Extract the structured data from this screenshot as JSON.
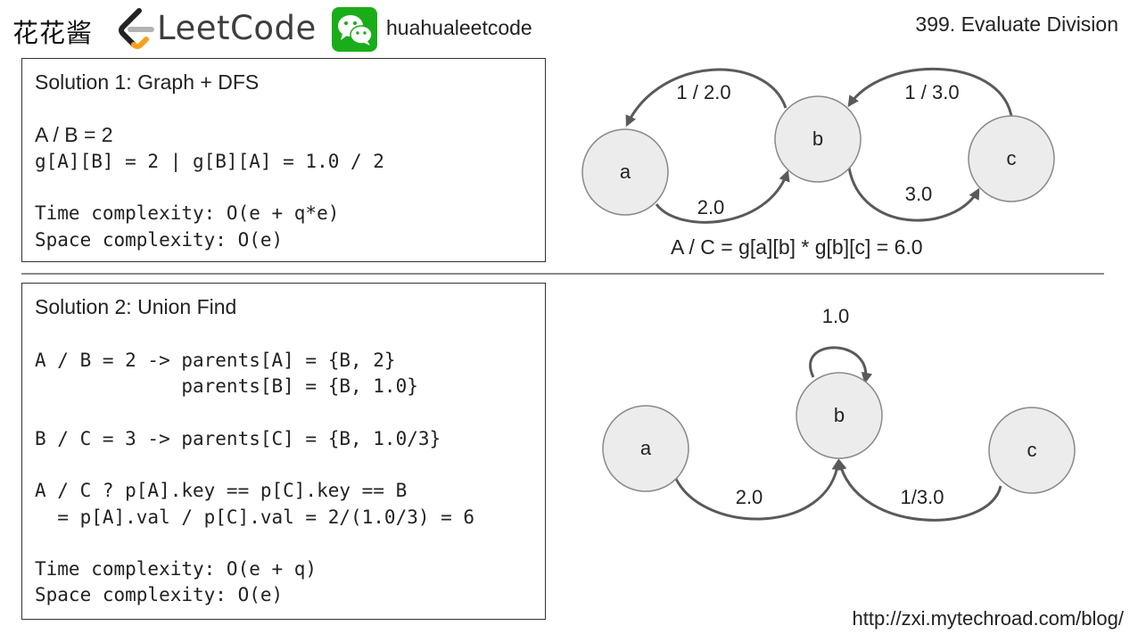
{
  "header": {
    "brand_cn": "花花酱",
    "leetcode_text": "LeetCode",
    "wechat_id": "huahualeetcode",
    "problem_title": "399. Evaluate Division"
  },
  "solution1": {
    "title": "Solution 1: Graph + DFS",
    "eq": "A / B = 2",
    "graph_line": "g[A][B] = 2 | g[B][A] = 1.0 / 2",
    "time": "Time complexity: O(e + q*e)",
    "space": "Space complexity: O(e)"
  },
  "solution2": {
    "title": "Solution 2: Union Find",
    "line1": "A / B = 2 -> parents[A] = {B, 2}",
    "line2": "             parents[B] = {B, 1.0}",
    "line3": "B / C = 3 -> parents[C] = {B, 1.0/3}",
    "line4": "A / C ? p[A].key == p[C].key == B",
    "line5": "  = p[A].val / p[C].val = 2/(1.0/3) = 6",
    "time": "Time complexity: O(e + q)",
    "space": "Space complexity: O(e)"
  },
  "graph1": {
    "nodes": {
      "a": "a",
      "b": "b",
      "c": "c"
    },
    "edges": {
      "b_to_a": "1 / 2.0",
      "a_to_b": "2.0",
      "c_to_b": "1 / 3.0",
      "b_to_c": "3.0"
    },
    "formula": "A / C = g[a][b] * g[b][c] = 6.0"
  },
  "graph2": {
    "nodes": {
      "a": "a",
      "b": "b",
      "c": "c"
    },
    "edges": {
      "b_self": "1.0",
      "a_to_b": "2.0",
      "c_to_b": "1/3.0"
    }
  },
  "footer": {
    "url": "http://zxi.mytechroad.com/blog/"
  }
}
